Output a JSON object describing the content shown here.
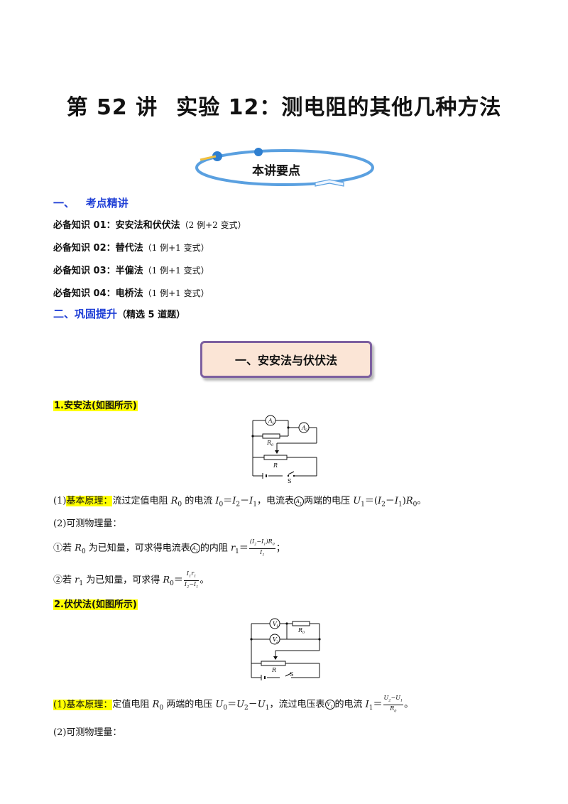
{
  "doc_title_left": "第 52 讲",
  "doc_title_right": "实验 12：测电阻的其他几种方法",
  "keypoints_label": "本讲要点",
  "section1": {
    "label": "一、",
    "title": "考点精讲"
  },
  "knowledge": [
    {
      "name": "必备知识 01：安安法和伏伏法",
      "note": "（2 例+2 变式）"
    },
    {
      "name": "必备知识 02：替代法",
      "note": "（1 例+1 变式）"
    },
    {
      "name": "必备知识 03：半偏法",
      "note": "（1 例+1 变式）"
    },
    {
      "name": "必备知识 04：电桥法",
      "note": "（1 例+1 变式）"
    }
  ],
  "section2": {
    "title": "二、巩固提升",
    "sub": "（精选 5 道题）"
  },
  "banner": "一、安安法与伏伏法",
  "m1": {
    "heading": "1.安安法(如图所示)",
    "p1_prefix": "(1)",
    "p1_label": "基本原理：",
    "p1_text_a": "流过定值电阻 ",
    "p1_text_b": " 的电流 ",
    "p1_text_c": "，电流表",
    "p1_text_d": "两端的电压 ",
    "p2": "(2)可测物理量：",
    "p3_a": "①若 ",
    "p3_b": " 为已知量，可求得电流表",
    "p3_c": "的内阻 ",
    "p4_a": "②若 ",
    "p4_b": " 为已知量，可求得 "
  },
  "m2": {
    "heading": "2.伏伏法(如图所示)",
    "p1_label": "(1)基本原理：",
    "p1_text_a": "定值电阻 ",
    "p1_text_b": " 两端的电压 ",
    "p1_text_c": "，流过电压表",
    "p1_text_d": "的电流 ",
    "p2": "(2)可测物理量："
  }
}
